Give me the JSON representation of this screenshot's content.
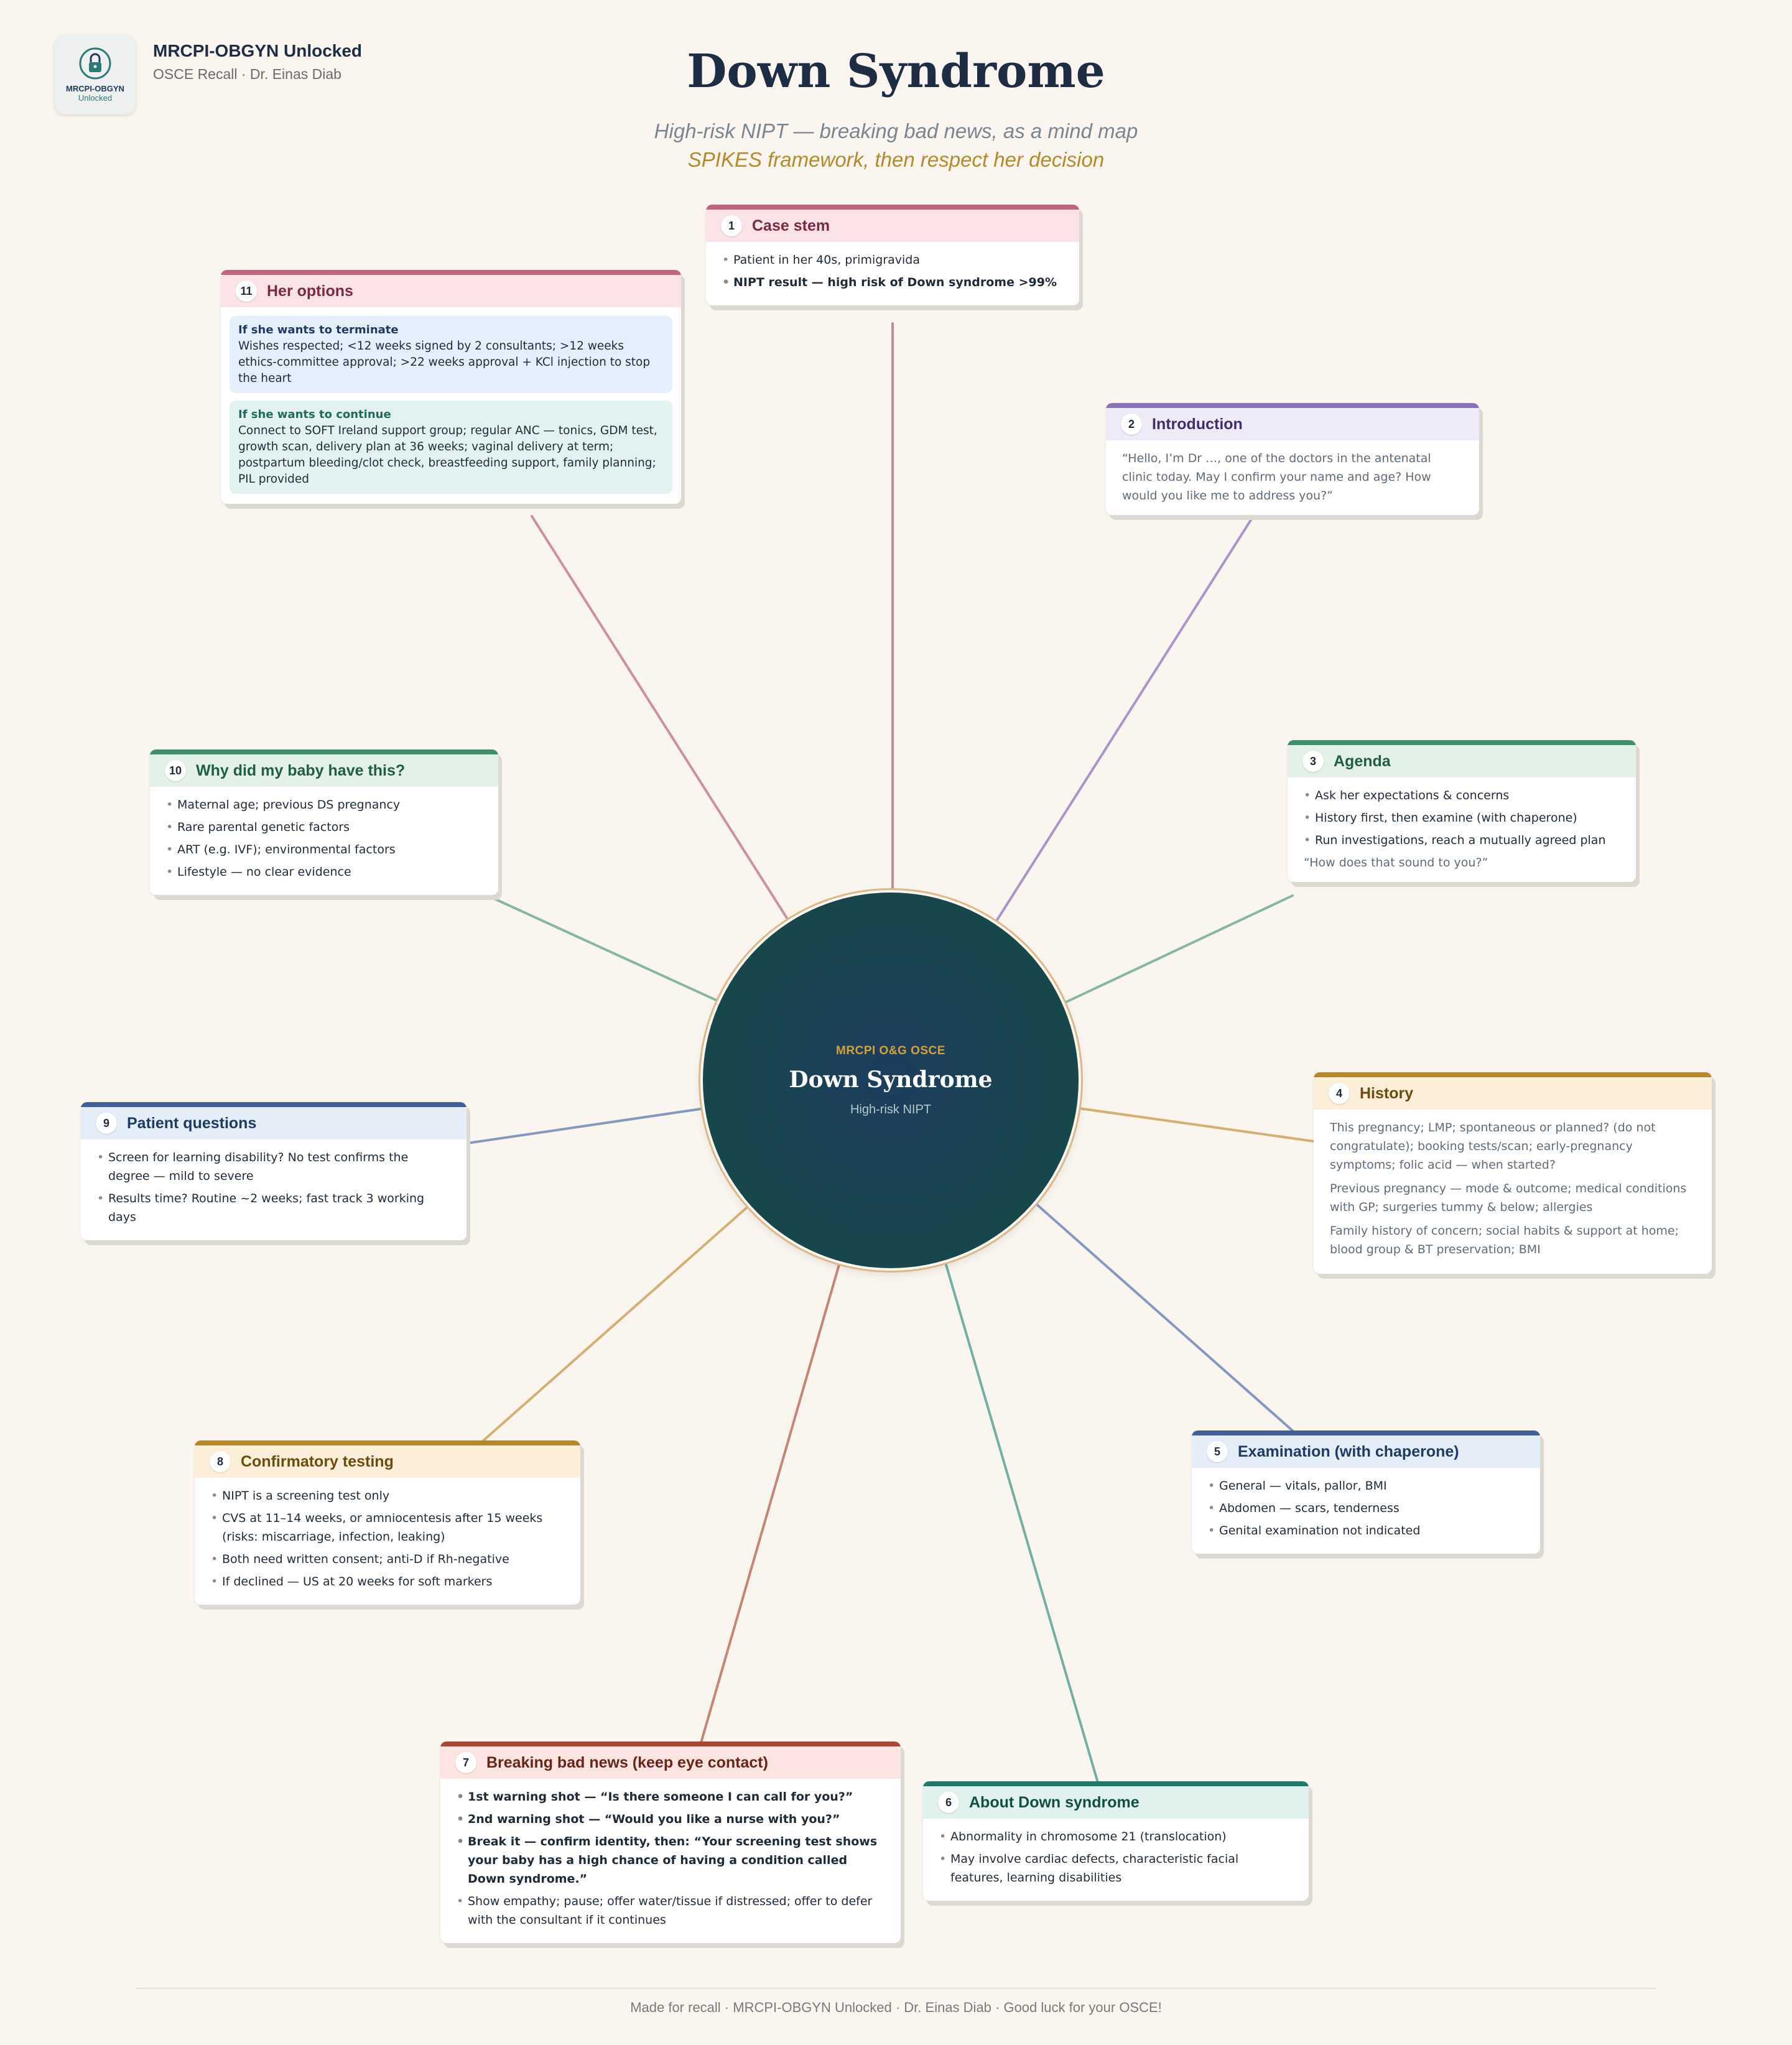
{
  "brand": {
    "logo_top": "MRCPI-OBGYN",
    "logo_bottom": "Unlocked",
    "title": "MRCPI-OBGYN Unlocked",
    "subtitle": "OSCE Recall · Dr. Einas Diab"
  },
  "header": {
    "title": "Down Syndrome",
    "subtitle": "High-risk NIPT — breaking bad news, as a mind map",
    "tagline": "SPIKES framework, then respect her decision"
  },
  "hub": {
    "eyebrow": "MRCPI O&G OSCE",
    "title": "Down Syndrome",
    "subtitle": "High-risk NIPT"
  },
  "colors": {
    "rose": "#c2647a",
    "purple": "#8a72b8",
    "green": "#3f8f6b",
    "gold": "#b8862a",
    "blue": "#3f5f96",
    "teal": "#207a6a",
    "red": "#a94838"
  },
  "nodes": {
    "n1": {
      "num": "1",
      "title": "Case stem",
      "items": [
        "Patient in her 40s, primigravida",
        "NIPT result — high risk of Down syndrome >99%"
      ]
    },
    "n2": {
      "num": "2",
      "title": "Introduction",
      "text": "“Hello, I’m Dr …, one of the doctors in the antenatal clinic today. May I confirm your name and age? How would you like me to address you?”"
    },
    "n3": {
      "num": "3",
      "title": "Agenda",
      "items": [
        "Ask her expectations & concerns",
        "History first, then examine (with chaperone)",
        "Run investigations, reach a mutually agreed plan"
      ],
      "quote": "“How does that sound to you?”"
    },
    "n4": {
      "num": "4",
      "title": "History",
      "paras": [
        "This pregnancy; LMP; spontaneous or planned? (do not congratulate); booking tests/scan; early-pregnancy symptoms; folic acid — when started?",
        "Previous pregnancy — mode & outcome; medical conditions with GP; surgeries tummy & below; allergies",
        "Family history of concern; social habits & support at home; blood group & BT preservation; BMI"
      ]
    },
    "n5": {
      "num": "5",
      "title": "Examination (with chaperone)",
      "items": [
        "General — vitals, pallor, BMI",
        "Abdomen — scars, tenderness",
        "Genital examination not indicated"
      ]
    },
    "n6": {
      "num": "6",
      "title": "About Down syndrome",
      "items": [
        "Abnormality in chromosome 21 (translocation)",
        "May involve cardiac defects, characteristic facial features, learning disabilities"
      ]
    },
    "n7": {
      "num": "7",
      "title": "Breaking bad news (keep eye contact)",
      "items": [
        "1st warning shot — “Is there someone I can call for you?”",
        "2nd warning shot — “Would you like a nurse with you?”",
        "Break it — confirm identity, then: “Your screening test shows your baby has a high chance of having a condition called Down syndrome.”",
        "Show empathy; pause; offer water/tissue if distressed; offer to defer with the consultant if it continues"
      ]
    },
    "n8": {
      "num": "8",
      "title": "Confirmatory testing",
      "items": [
        "NIPT is a screening test only",
        "CVS at 11–14 weeks, or amniocentesis after 15 weeks (risks: miscarriage, infection, leaking)",
        "Both need written consent; anti-D if Rh-negative",
        "If declined — US at 20 weeks for soft markers"
      ]
    },
    "n9": {
      "num": "9",
      "title": "Patient questions",
      "items": [
        "Screen for learning disability? No test confirms the degree — mild to severe",
        "Results time? Routine ~2 weeks; fast track 3 working days"
      ]
    },
    "n10": {
      "num": "10",
      "title": "Why did my baby have this?",
      "items": [
        "Maternal age; previous DS pregnancy",
        "Rare parental genetic factors",
        "ART (e.g. IVF); environmental factors",
        "Lifestyle — no clear evidence"
      ]
    },
    "n11": {
      "num": "11",
      "title": "Her options",
      "terminate_title": "If she wants to terminate",
      "terminate_text": "Wishes respected; <12 weeks signed by 2 consultants; >12 weeks ethics-committee approval; >22 weeks approval + KCl injection to stop the heart",
      "continue_title": "If she wants to continue",
      "continue_text": "Connect to SOFT Ireland support group; regular ANC — tonics, GDM test, growth scan, delivery plan at 36 weeks; vaginal delivery at term; postpartum bleeding/clot check, breastfeeding support, family planning; PIL provided"
    }
  },
  "footer": "Made for recall · MRCPI-OBGYN Unlocked · Dr. Einas Diab · Good luck for your OSCE!"
}
